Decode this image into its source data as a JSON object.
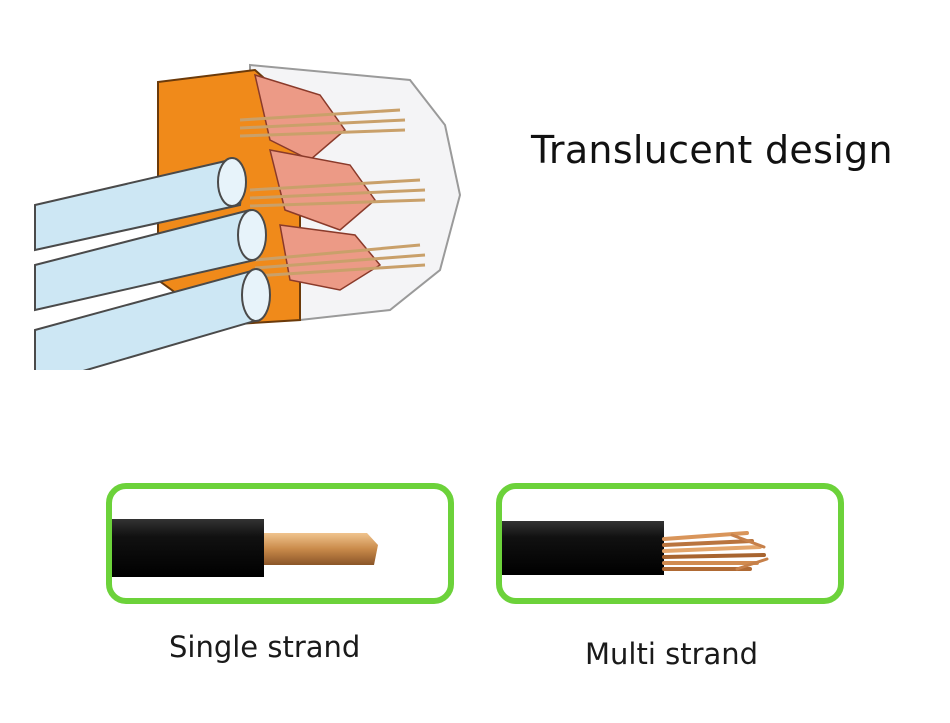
{
  "headline": "Translucent design",
  "single_label": "Single strand",
  "multi_label": "Multi strand",
  "colors": {
    "frame_green": "#6cd23a",
    "connector_orange": "#f08a1a",
    "wire_insulation": "#cde7f4",
    "copper": "#c98a4a"
  }
}
